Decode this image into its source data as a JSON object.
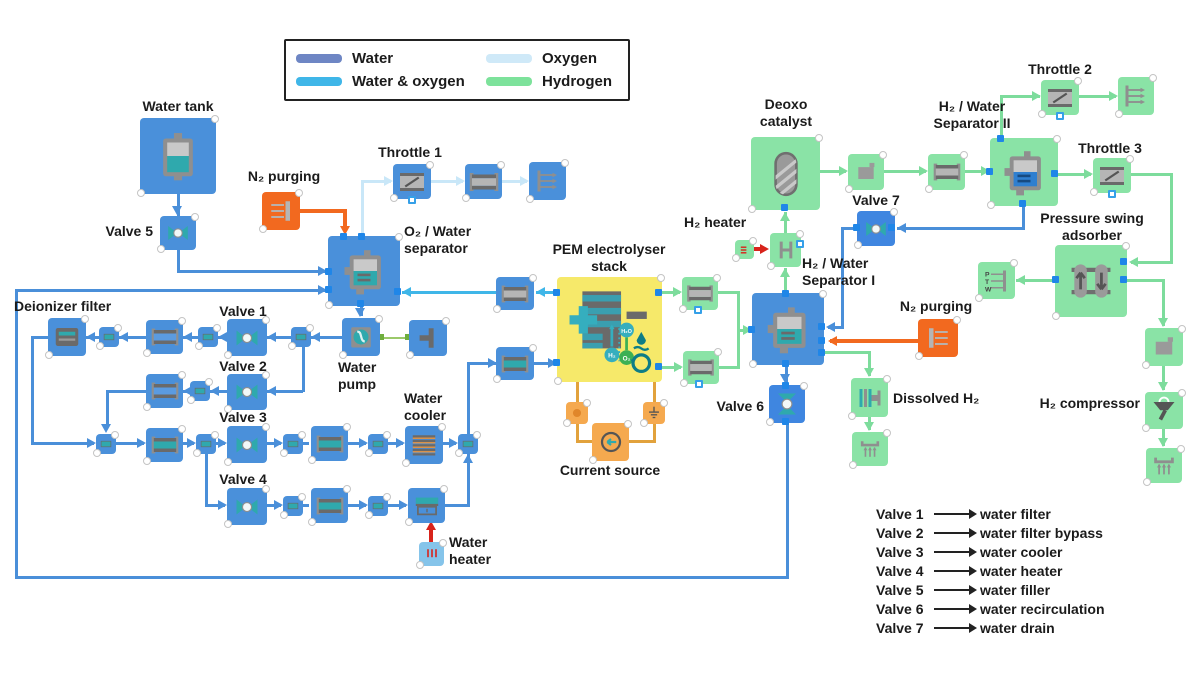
{
  "colors": {
    "water": "#6e86c4",
    "water_and_oxygen": "#3fb6e8",
    "oxygen": "#cfe9f8",
    "hydrogen": "#7ddc9c",
    "block_blue": "#4a90da",
    "block_green": "#8ae3a6",
    "block_orange": "#f2691f",
    "block_yellow": "#f6e96a",
    "circuit_orange": "#e2a23c",
    "heat_red": "#d8231b"
  },
  "legend": {
    "items": [
      {
        "label": "Water",
        "color": "#6e86c4"
      },
      {
        "label": "Oxygen",
        "color": "#cfe9f8"
      },
      {
        "label": "Water & oxygen",
        "color": "#3fb6e8"
      },
      {
        "label": "Hydrogen",
        "color": "#7de29b"
      }
    ]
  },
  "labels": {
    "water_tank": "Water tank",
    "valve_5": "Valve 5",
    "n2_purging_left": "N₂ purging",
    "throttle_1": "Throttle 1",
    "o2_water_separator": "O₂ / Water\nseparator",
    "deionizer_filter": "Deionizer filter",
    "valve_1": "Valve 1",
    "valve_2": "Valve 2",
    "valve_3": "Valve 3",
    "valve_4": "Valve 4",
    "water_pump": "Water\npump",
    "water_cooler": "Water\ncooler",
    "water_heater": "Water\nheater",
    "pem_stack": "PEM electrolyser\nstack",
    "current_source": "Current source",
    "h2_heater": "H₂ heater",
    "deoxo_catalyst": "Deoxo\ncatalyst",
    "valve_7": "Valve 7",
    "h2_water_separator_1": "H₂ / Water\nSeparator I",
    "n2_purging_right": "N₂ purging",
    "dissolved_h2": "Dissolved H₂",
    "valve_6": "Valve 6",
    "h2_water_separator_2": "H₂ / Water\nSeparator II",
    "throttle_2": "Throttle 2",
    "throttle_3": "Throttle 3",
    "pressure_swing_adsorber": "Pressure swing\nadsorber",
    "h2_compressor": "H₂ compressor"
  },
  "sensor_letters": {
    "p": "P",
    "t": "T",
    "w": "W"
  },
  "pem_icon_text": {
    "h2": "H₂",
    "h2o": "H₂O",
    "o2": "O₂"
  },
  "valve_legend": {
    "rows": [
      {
        "valve": "Valve 1",
        "function": "water filter"
      },
      {
        "valve": "Valve 2",
        "function": "water filter bypass"
      },
      {
        "valve": "Valve 3",
        "function": "water cooler"
      },
      {
        "valve": "Valve 4",
        "function": "water heater"
      },
      {
        "valve": "Valve 5",
        "function": "water filler"
      },
      {
        "valve": "Valve 6",
        "function": "water recirculation"
      },
      {
        "valve": "Valve 7",
        "function": "water drain"
      }
    ]
  }
}
